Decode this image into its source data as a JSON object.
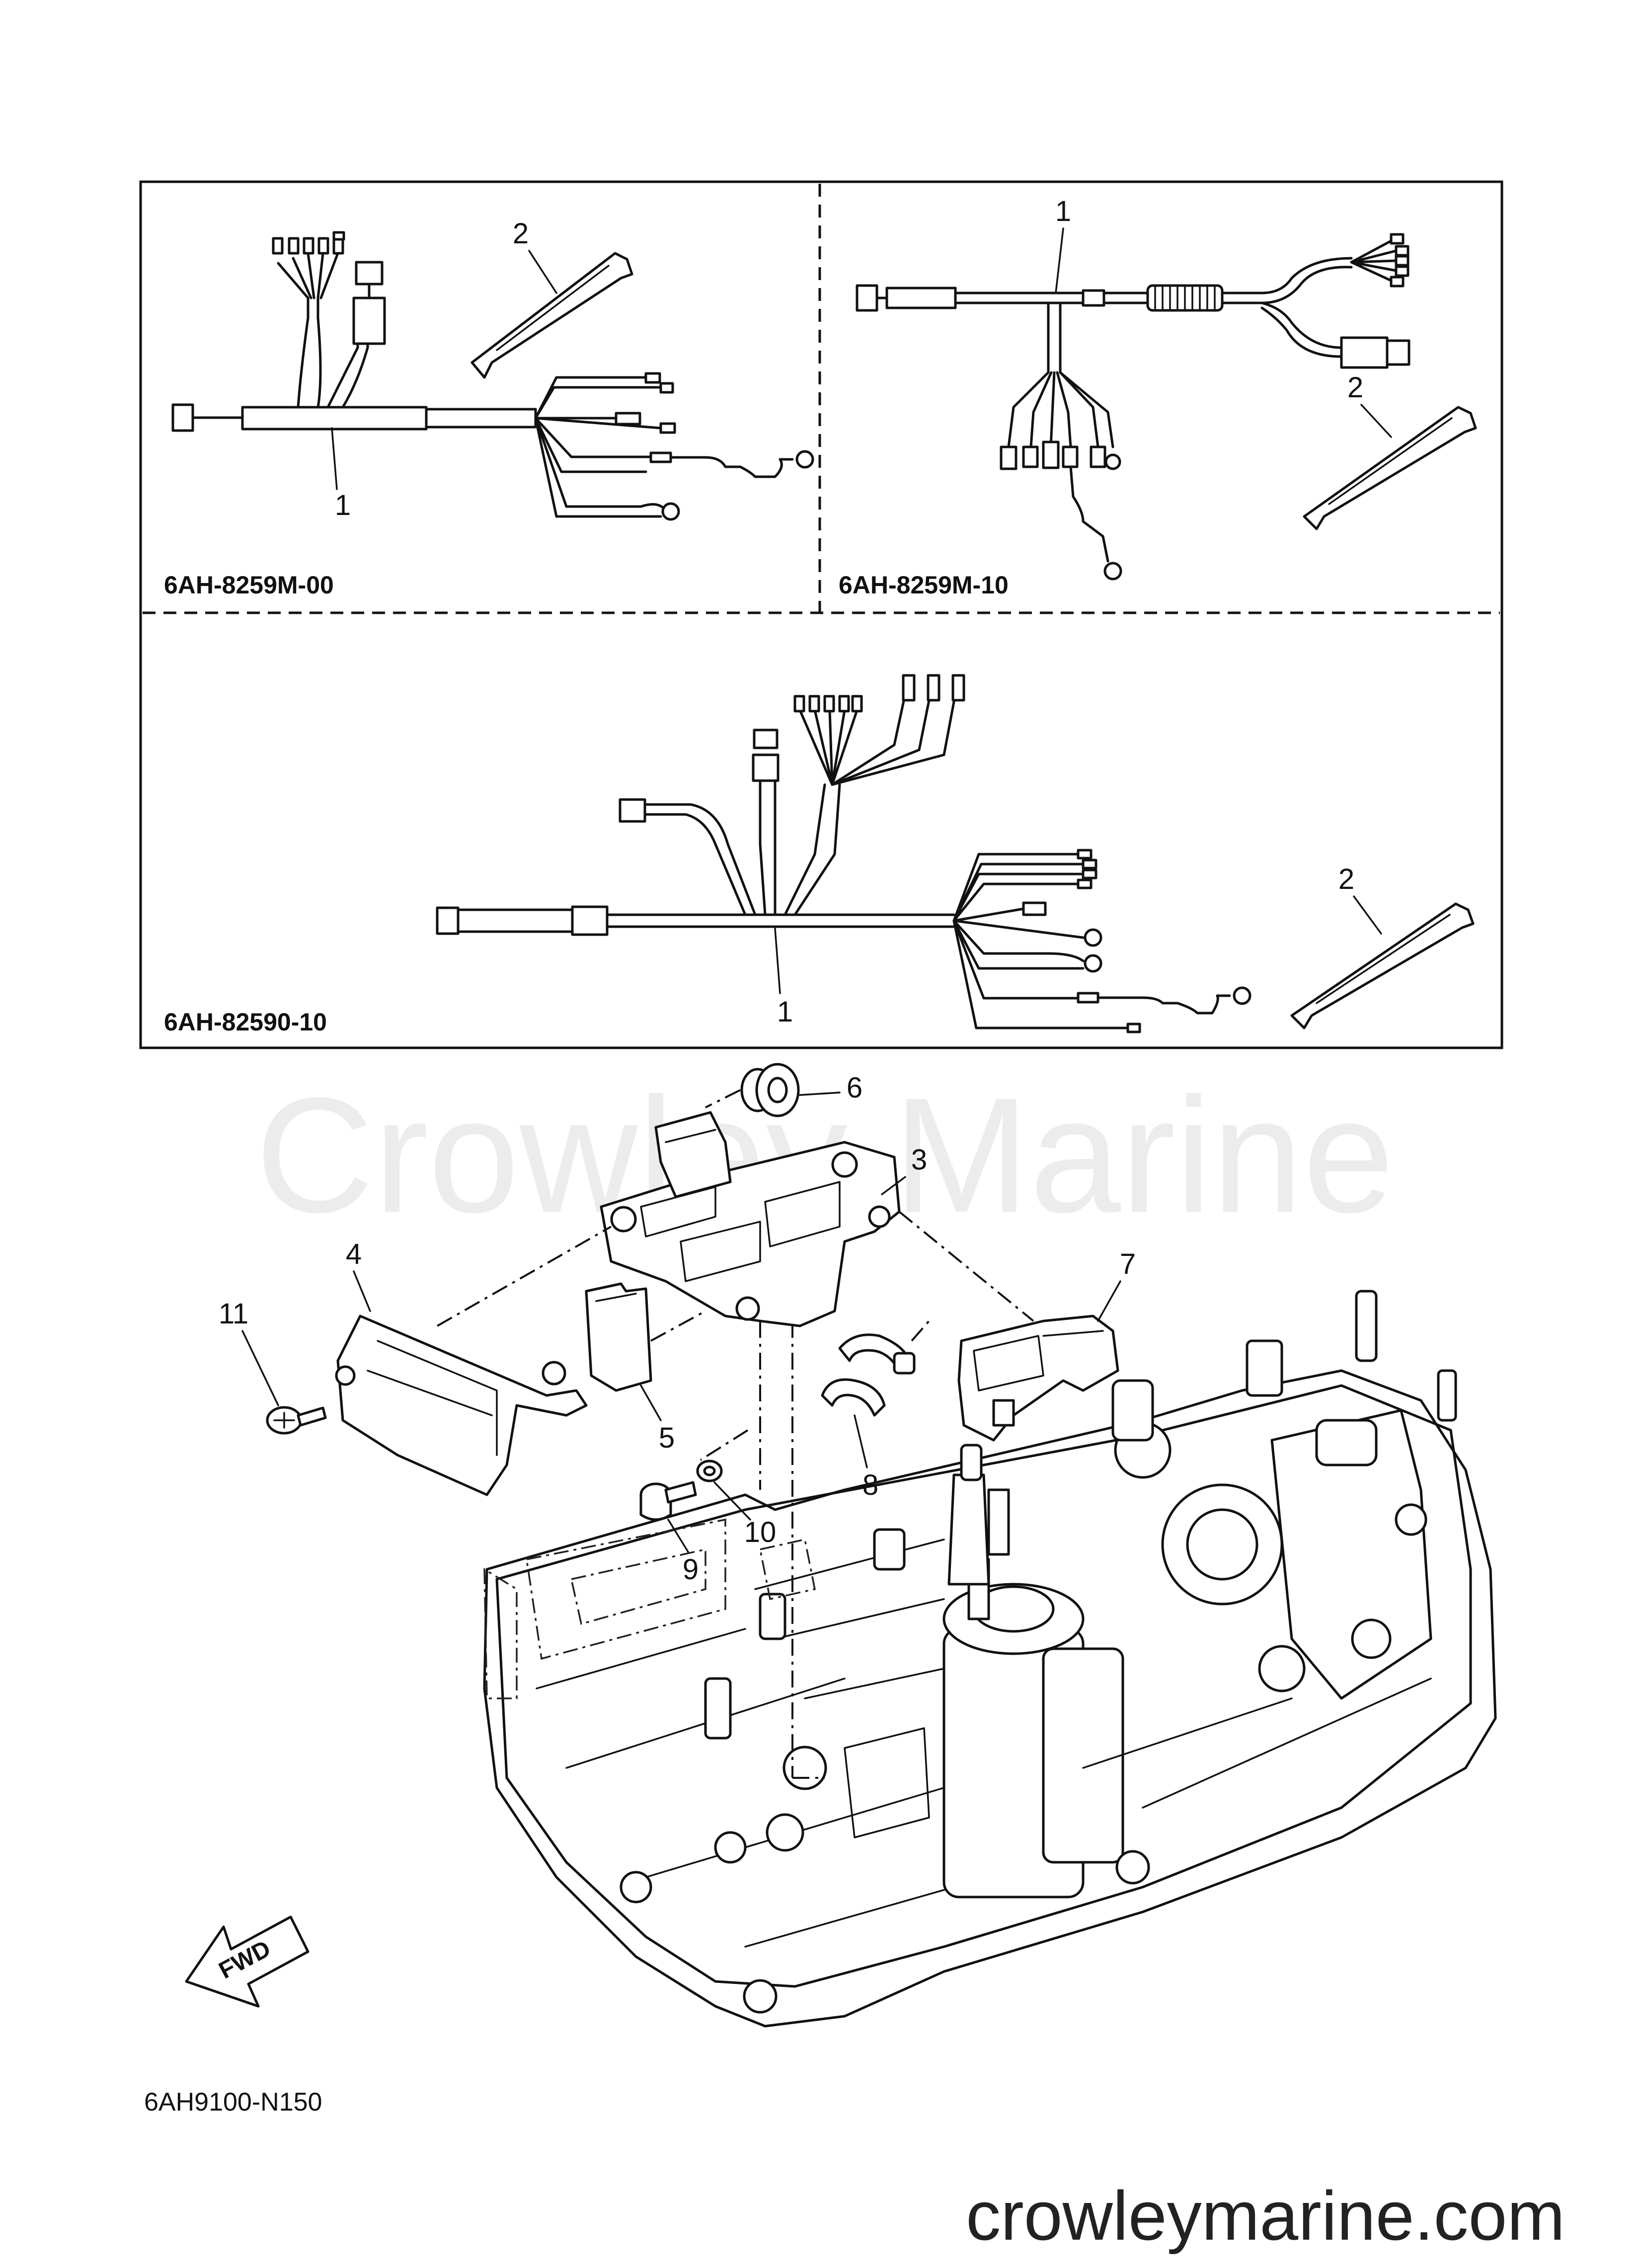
{
  "panels": [
    {
      "code": "6AH-8259M-00",
      "callouts": [
        "1",
        "2"
      ]
    },
    {
      "code": "6AH-8259M-10",
      "callouts": [
        "1",
        "2"
      ]
    },
    {
      "code": "6AH-82590-10",
      "callouts": [
        "1",
        "2"
      ]
    }
  ],
  "callouts": [
    "3",
    "4",
    "5",
    "6",
    "7",
    "8",
    "9",
    "10",
    "11"
  ],
  "fwd_label": "FWD",
  "reference": "6AH9100-N150",
  "watermark": "Crowley Marine",
  "footer_url": "crowleymarine.com"
}
